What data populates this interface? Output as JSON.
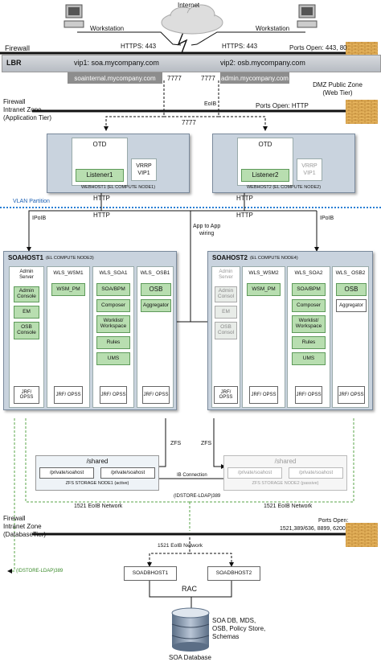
{
  "internet": {
    "label": "Internet"
  },
  "workstations": {
    "left": "Workstation",
    "right": "Workstation"
  },
  "https": {
    "left": "HTTPS: 443",
    "right": "HTTPS: 443"
  },
  "firewall_top": {
    "label": "Firewall",
    "ports": "Ports Open: 443, 80"
  },
  "lbr": {
    "label": "LBR",
    "vip1": "vip1: soa.mycompany.com",
    "vip2": "vip2: osb.mycompany.com",
    "internal_left": "soainternal.mycompany.com",
    "internal_right": "admin.mycompany.com",
    "port_left": "7777",
    "port_right": "7777"
  },
  "dmz": {
    "label": "DMZ Public Zone",
    "sublabel": "(Web Tier)"
  },
  "firewall_app": {
    "label1": "Firewall",
    "label2": "Intranet Zone",
    "label3": "(Application Tier)",
    "eoib": "EoIB",
    "ports": "Ports Open: HTTP",
    "port7777": "7777"
  },
  "webhosts": [
    {
      "otd": "OTD",
      "listener": "Listener1",
      "vrrp1": "VRRP",
      "vrrp2": "VIP1",
      "footer": "WEBHOST1 (EL COMPUTE NODE1)"
    },
    {
      "otd": "OTD",
      "listener": "Listener2",
      "vrrp1": "VRRP",
      "vrrp2": "VIP1",
      "footer": "WEBHOST2 (EL COMPUTE NODE2)"
    }
  ],
  "vlan": {
    "label": "VLAN Partition"
  },
  "http": {
    "left": "HTTP",
    "right": "HTTP",
    "left2": "HTTP",
    "right2": "HTTP"
  },
  "ipoib": {
    "left": "IPoIB",
    "right": "IPoIB"
  },
  "app_wiring": {
    "line1": "App to App",
    "line2": "wiring"
  },
  "soahost1": {
    "title": "SOAHOST1",
    "subtitle": "(EL COMPUTE NODE3)",
    "admin": {
      "h1": "Admin",
      "h2": "Server",
      "items": [
        "Admin Console",
        "EM",
        "OSB Console"
      ],
      "jrf": "JRF/ OPSS"
    },
    "wsm": {
      "h": "WLS_WSM1",
      "items": [
        "WSM_PM"
      ],
      "jrf": "JRF/ OPSS"
    },
    "soa": {
      "h": "WLS_SOA1",
      "items": [
        "SOA/BPM",
        "Composer",
        "Worklist/ Workspace",
        "Rules",
        "UMS"
      ],
      "jrf": "JRF/ OPSS"
    },
    "osb": {
      "h": "WLS_ OSB1",
      "items": [
        "OSB",
        "Aggregator"
      ],
      "jrf": "JRF/ OPSS"
    }
  },
  "soahost2": {
    "title": "SOAHOST2",
    "subtitle": "(EL COMPUTE NODE4)",
    "admin": {
      "h1": "Admin",
      "h2": "Server",
      "items": [
        "Admin Consol",
        "EM",
        "OSB Consol"
      ],
      "jrf": "JRF/ OPSS"
    },
    "wsm": {
      "h": "WLS_WSM2",
      "items": [
        "WSM_PM"
      ],
      "jrf": "JRF/ OPSS"
    },
    "soa": {
      "h": "WLS_SOA2",
      "items": [
        "SOA/BPM",
        "Composer",
        "Worklist/ Workspace",
        "Rules",
        "UMS"
      ],
      "jrf": "JRF/ OPSS"
    },
    "osb": {
      "h": "WLS_ OSB2",
      "items": [
        "OSB",
        "Aggregator"
      ],
      "jrf": "JRF/ OPSS"
    }
  },
  "zfs": {
    "left": "ZFS",
    "right": "ZFS"
  },
  "storage1": {
    "shared": "/shared",
    "p1": "/private/soahost",
    "p2": "/private/soahost",
    "footer": "ZFS STORAGE NODE1 (active)"
  },
  "storage2": {
    "shared": "/shared",
    "p1": "/private/soahost",
    "p2": "/private/soahost",
    "footer": "ZFS STORAGE NODE2 (passive)"
  },
  "ib_connection": "IB Connection",
  "idstore_mid": "(IDSTORE-LDAP)389",
  "eoib_networks": {
    "left": "1521 EoIB Network",
    "right": "1521 EoIB Network",
    "db": "1521 EoIB Network"
  },
  "firewall_db": {
    "label1": "Firewall",
    "label2": "Intranet Zone",
    "label3": "(DatabaseTier)",
    "ports1": "Ports Open:",
    "ports2": "1521,389/636, 8899, 6200"
  },
  "idstore_left": "(IDSTORE-LDAP)389",
  "db": {
    "host1": "SOADBHOST1",
    "host2": "SOADBHOST2",
    "rac": "RAC",
    "desc1": "SOA DB, MDS,",
    "desc2": "OSB, Policy Store,",
    "desc3": "Schemas",
    "name": "SOA Database"
  }
}
